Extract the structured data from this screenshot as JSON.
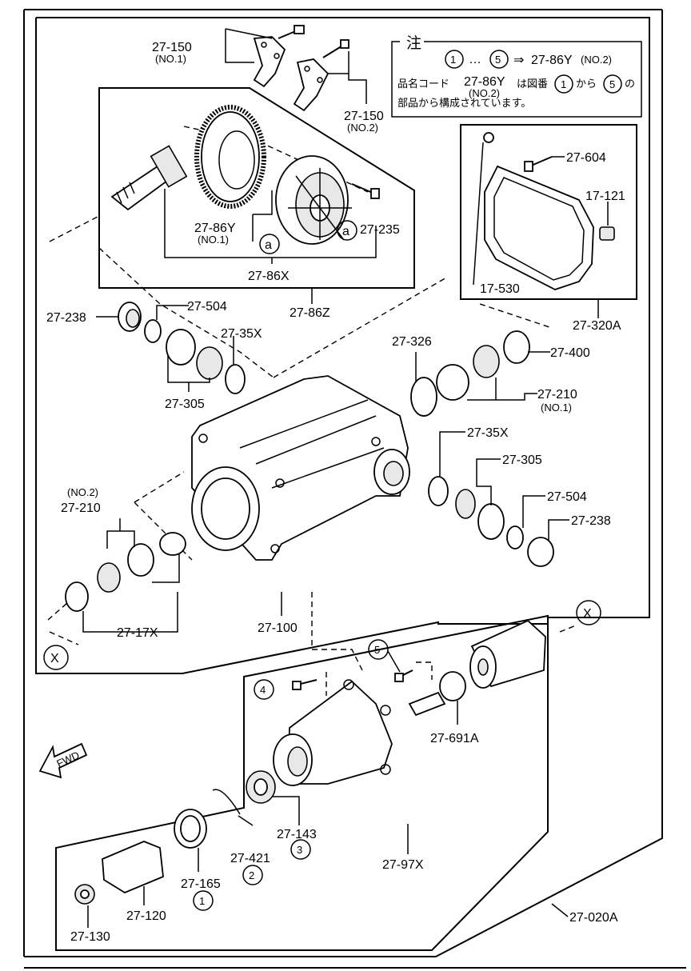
{
  "note": {
    "title": "注",
    "line1_from": "1",
    "line1_dots": "…",
    "line1_to": "5",
    "line1_arrow": "⇒",
    "line1_code": "27-86Y",
    "line1_suffix": "(NO.2)",
    "line2_prefix": "品名コード",
    "line2_code": "27-86Y",
    "line2_no": "(NO.2)",
    "line2_mid": "は図番",
    "line2_from": "1",
    "line2_kara": "から",
    "line2_to": "5",
    "line2_no_end": "の",
    "line3": "部品から構成されています。"
  },
  "labels": {
    "p27_150_no1": "27-150",
    "p27_150_no1_sub": "(NO.1)",
    "p27_150_no2": "27-150",
    "p27_150_no2_sub": "(NO.2)",
    "p27_86y_no1": "27-86Y",
    "p27_86y_no1_sub": "(NO.1)",
    "p27_235": "27-235",
    "p27_86x": "27-86X",
    "p27_86z": "27-86Z",
    "p27_604": "27-604",
    "p17_121": "17-121",
    "p17_530": "17-530",
    "p27_320a": "27-320A",
    "p27_238_top": "27-238",
    "p27_504_top": "27-504",
    "p27_35x_top": "27-35X",
    "p27_305_top": "27-305",
    "p27_326": "27-326",
    "p27_400": "27-400",
    "p27_210_no1": "27-210",
    "p27_210_no1_sub": "(NO.1)",
    "p27_35x_right": "27-35X",
    "p27_305_right": "27-305",
    "p27_504_right": "27-504",
    "p27_238_right": "27-238",
    "p27_210_no2_sub": "(NO.2)",
    "p27_210_no2": "27-210",
    "p27_17x": "27-17X",
    "p27_100": "27-100",
    "p27_691a": "27-691A",
    "p27_143": "27-143",
    "p27_421": "27-421",
    "p27_165": "27-165",
    "p27_120": "27-120",
    "p27_130": "27-130",
    "p27_97x": "27-97X",
    "p27_020a": "27-020A",
    "marker_x": "X",
    "marker_a": "a",
    "fwd": "FWD",
    "c1": "1",
    "c2": "2",
    "c3": "3",
    "c4": "4",
    "c5": "5"
  }
}
